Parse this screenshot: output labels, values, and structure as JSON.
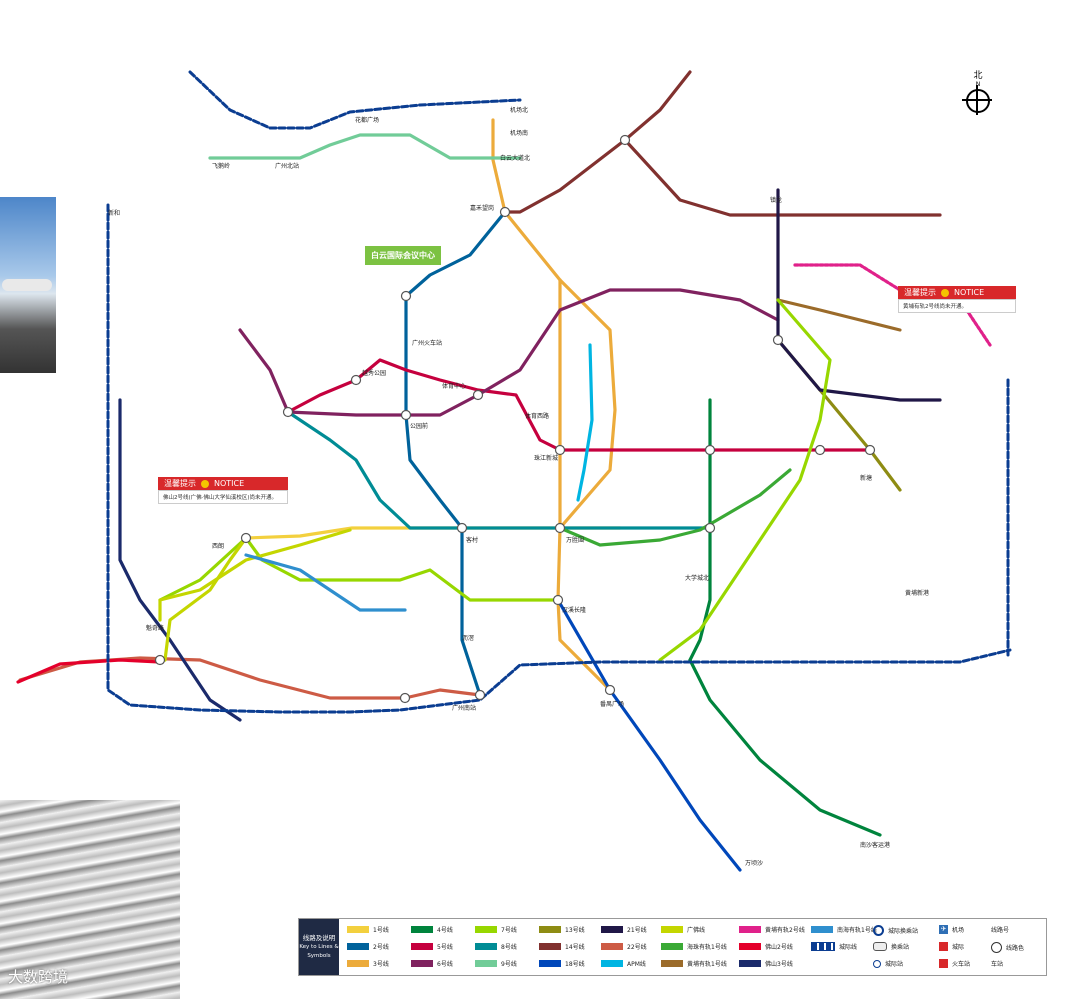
{
  "map": {
    "compass_label": "北",
    "compass_sub": "N",
    "callout": "白云国际会议中心",
    "notices": [
      {
        "title": "温馨提示",
        "title_en": "NOTICE",
        "text": "黄埔有轨2号线尚未开通。"
      },
      {
        "title": "温馨提示",
        "title_en": "NOTICE",
        "text": "佛山2号线(广佛·佛山大学仙溪校区)尚未开通。"
      }
    ],
    "watermark": "大数跨境",
    "stations": [
      {
        "name": "嘉禾望岗"
      },
      {
        "name": "白云大道北"
      },
      {
        "name": "广州火车站"
      },
      {
        "name": "越秀公园"
      },
      {
        "name": "公园前"
      },
      {
        "name": "体育西路"
      },
      {
        "name": "珠江新城"
      },
      {
        "name": "客村"
      },
      {
        "name": "万胜围"
      },
      {
        "name": "汉溪长隆"
      },
      {
        "name": "广州南站"
      },
      {
        "name": "机场北"
      },
      {
        "name": "机场南"
      },
      {
        "name": "花都广场"
      },
      {
        "name": "广州北站"
      },
      {
        "name": "飞鹅岭"
      },
      {
        "name": "新塘"
      },
      {
        "name": "南沙客运港"
      },
      {
        "name": "黄埔新港"
      },
      {
        "name": "大学城北"
      },
      {
        "name": "番禺广场"
      },
      {
        "name": "万顷沙"
      },
      {
        "name": "新和"
      },
      {
        "name": "体育中心"
      },
      {
        "name": "西朗"
      },
      {
        "name": "魁奇路"
      },
      {
        "name": "沥滘"
      },
      {
        "name": "镇龙"
      }
    ],
    "line_colors": {
      "l1": "#f3d03e",
      "l2": "#00629b",
      "l3": "#ecab3b",
      "l4": "#00843d",
      "l5": "#c5003e",
      "l6": "#80225f",
      "l7": "#97d700",
      "l8": "#008c95",
      "l9": "#71cc98",
      "l13": "#8e8c13",
      "l14": "#81312f",
      "l18": "#0047ba",
      "l21": "#201747",
      "l22": "#cd5b45",
      "apm": "#00b5e2",
      "gf": "#c4d600",
      "intercity": "#0b3d91"
    }
  },
  "legend": {
    "heading": "线路及说明",
    "heading_en": "Key to Lines & Symbols",
    "items": [
      {
        "label": "1号线",
        "color": "#f3d03e"
      },
      {
        "label": "2号线",
        "color": "#00629b"
      },
      {
        "label": "3号线",
        "color": "#ecab3b"
      },
      {
        "label": "4号线",
        "color": "#00843d"
      },
      {
        "label": "5号线",
        "color": "#c5003e"
      },
      {
        "label": "6号线",
        "color": "#80225f"
      },
      {
        "label": "7号线",
        "color": "#97d700"
      },
      {
        "label": "8号线",
        "color": "#008c95"
      },
      {
        "label": "9号线",
        "color": "#71cc98"
      },
      {
        "label": "13号线",
        "color": "#8e8c13"
      },
      {
        "label": "14号线",
        "color": "#81312f"
      },
      {
        "label": "18号线",
        "color": "#0047ba"
      },
      {
        "label": "21号线",
        "color": "#201747"
      },
      {
        "label": "22号线",
        "color": "#cd5b45"
      },
      {
        "label": "APM线",
        "color": "#00b5e2"
      },
      {
        "label": "广佛线",
        "color": "#c4d600"
      },
      {
        "label": "海珠有轨1号线",
        "color": "#3aa935"
      },
      {
        "label": "黄埔有轨1号线",
        "color": "#9b6b2a"
      },
      {
        "label": "黄埔有轨2号线",
        "color": "#e0218a"
      },
      {
        "label": "佛山2号线",
        "color": "#e4002b"
      },
      {
        "label": "佛山3号线",
        "color": "#1b2a6b"
      },
      {
        "label": "南海有轨1号线",
        "color": "#2f8fce"
      },
      {
        "label": "城际线",
        "color": "#0b3d91"
      },
      {
        "label": "城际换乘站",
        "color": ""
      },
      {
        "label": "换乘站",
        "color": ""
      },
      {
        "label": "城际站",
        "color": ""
      },
      {
        "label": "机场",
        "color": ""
      },
      {
        "label": "城际",
        "color": ""
      },
      {
        "label": "火车站",
        "color": ""
      },
      {
        "label": "线路号",
        "color": ""
      },
      {
        "label": "车站",
        "color": ""
      },
      {
        "label": "线路色",
        "color": ""
      }
    ]
  }
}
